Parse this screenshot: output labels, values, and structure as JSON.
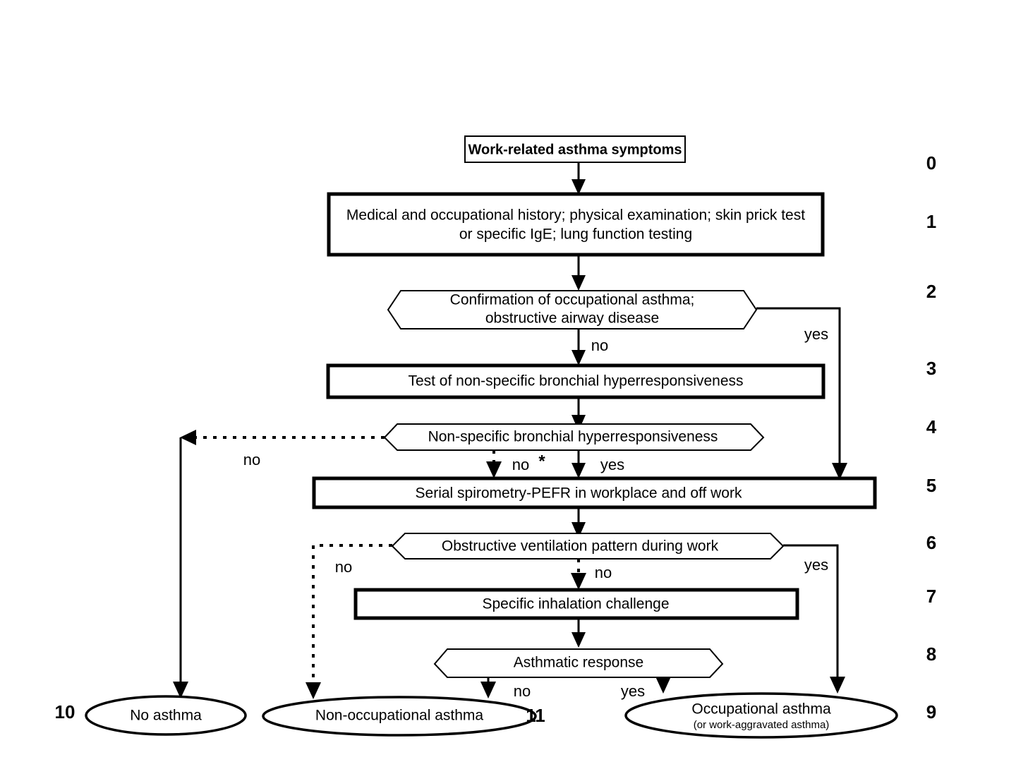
{
  "diagram": {
    "title": "Occupational asthma diagnostic flowchart",
    "background_color": "#ffffff",
    "line_color": "#000000"
  },
  "nodes": [
    {
      "id": "n0",
      "step": "0",
      "shape": "box-thin",
      "text": "Work-related asthma symptoms",
      "bold": true
    },
    {
      "id": "n1",
      "step": "1",
      "shape": "box-thick",
      "line1": "Medical and occupational history; physical examination; skin prick test",
      "line2": "or specific  IgE; lung function testing"
    },
    {
      "id": "n2",
      "step": "2",
      "shape": "hexagon",
      "line1": "Confirmation of occupational asthma;",
      "line2": "obstructive airway disease"
    },
    {
      "id": "n3",
      "step": "3",
      "shape": "box-thick",
      "text": "Test of non-specific bronchial hyperresponsiveness"
    },
    {
      "id": "n4",
      "step": "4",
      "shape": "hexagon",
      "text": "Non-specific bronchial hyperresponsiveness"
    },
    {
      "id": "n5",
      "step": "5",
      "shape": "box-thick",
      "text": "Serial spirometry-PEFR in workplace and off work"
    },
    {
      "id": "n6",
      "step": "6",
      "shape": "hexagon",
      "text": "Obstructive ventilation pattern during work"
    },
    {
      "id": "n7",
      "step": "7",
      "shape": "box-thick",
      "text": "Specific inhalation challenge"
    },
    {
      "id": "n8",
      "step": "8",
      "shape": "hexagon",
      "text": "Asthmatic response"
    },
    {
      "id": "n9",
      "step": "9",
      "shape": "ellipse",
      "text": "Occupational asthma",
      "subtext": "(or work-aggravated asthma)"
    },
    {
      "id": "n10",
      "step": "10",
      "shape": "ellipse",
      "text": "No asthma"
    },
    {
      "id": "n11",
      "step": "11",
      "shape": "ellipse",
      "text": "Non-occupational asthma"
    }
  ],
  "step_numbers": {
    "right_column": [
      "0",
      "1",
      "2",
      "3",
      "4",
      "5",
      "6",
      "7",
      "8",
      "9"
    ],
    "left_outcome": "10",
    "mid_outcome": "11"
  },
  "edge_labels": {
    "n2_no": "no",
    "n2_yes": "yes",
    "n4_no": "no",
    "n4_yes": "yes",
    "n4_left_no": "no",
    "n4_asterisk": "*",
    "n6_no": "no",
    "n6_yes": "yes",
    "n6_left_no": "no",
    "n8_no": "no",
    "n8_yes": "yes"
  }
}
